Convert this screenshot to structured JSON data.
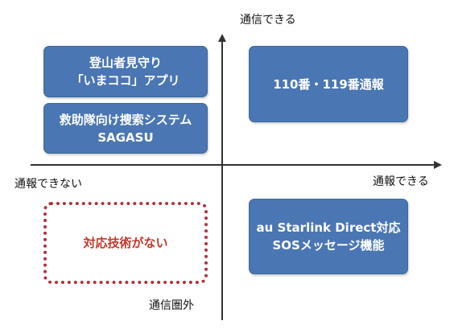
{
  "colors": {
    "box_fill": "#4a76b3",
    "box_border": "#3f6799",
    "axis": "#333333",
    "dotted_border": "#b1303d",
    "dotted_text": "#c0392b"
  },
  "axes": {
    "top": "通信できる",
    "bottom": "通信圏外",
    "left": "通報できない",
    "right": "通報できる"
  },
  "boxes": {
    "mountain_watch": {
      "line1": "登山者見守り",
      "line2": "「いまココ」アプリ"
    },
    "sagasu": {
      "line1": "救助隊向け捜索システム",
      "line2": "SAGASU"
    },
    "emergency_call": {
      "line1": "110番・119番通報"
    },
    "starlink": {
      "line1": "au Starlink Direct対応",
      "line2": "SOSメッセージ機能"
    },
    "no_tech": {
      "line1": "対応技術がない"
    }
  }
}
